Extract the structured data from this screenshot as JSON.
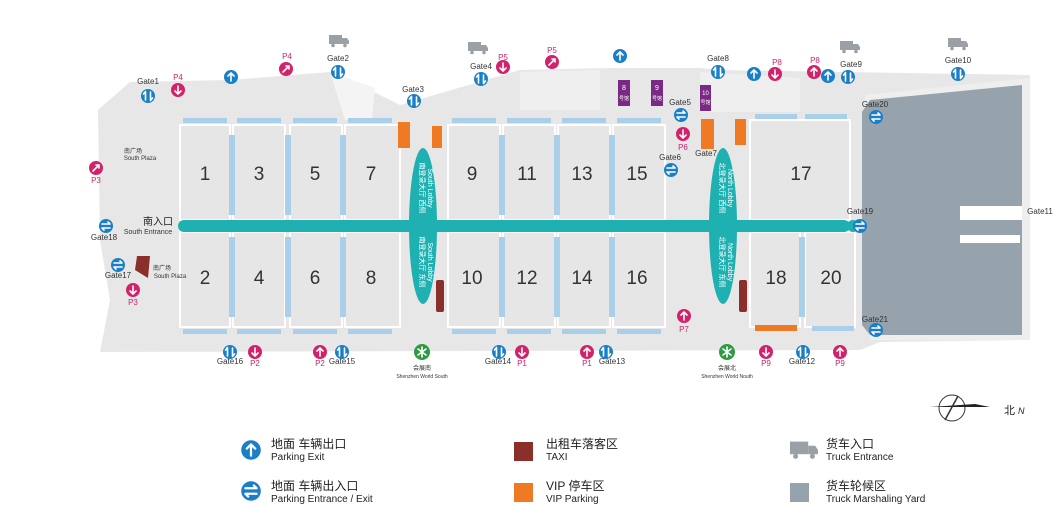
{
  "colors": {
    "parking_blue": "#1a7fc6",
    "parking_pink": "#d1226a",
    "lobby_teal": "#1fb1b1",
    "taxi": "#8b2f2a",
    "vip": "#f07a23",
    "truck_yard": "#97a3ac",
    "metro_green": "#2e9b43",
    "purple": "#7a2a84"
  },
  "halls": [
    "1",
    "3",
    "5",
    "7",
    "9",
    "11",
    "13",
    "15",
    "17",
    "2",
    "4",
    "6",
    "8",
    "10",
    "12",
    "14",
    "16",
    "18",
    "20"
  ],
  "halls_small": [
    "8",
    "9",
    "10"
  ],
  "gates": {
    "gate1": "Gate1",
    "gate2": "Gate2",
    "gate3": "Gate3",
    "gate4": "Gate4",
    "gate5": "Gate5",
    "gate6": "Gate6",
    "gate7": "Gate7",
    "gate8": "Gate8",
    "gate9": "Gate9",
    "gate10": "Gate10",
    "gate11": "Gate11",
    "gate12": "Gate12",
    "gate13": "Gate13",
    "gate14": "Gate14",
    "gate15": "Gate15",
    "gate16": "Gate16",
    "gate17": "Gate17",
    "gate18": "Gate18",
    "gate19": "Gate19",
    "gate20": "Gate20",
    "gate21": "Gate21"
  },
  "parking": {
    "p1a": "P1",
    "p1b": "P1",
    "p2a": "P2",
    "p2b": "P2",
    "p3a": "P3",
    "p3b": "P3",
    "p4a": "P4",
    "p4b": "P4",
    "p5a": "P5",
    "p5b": "P5",
    "p6": "P6",
    "p7": "P7",
    "p8a": "P8",
    "p8b": "P8",
    "p9a": "P9",
    "p9b": "P9"
  },
  "labels": {
    "south_plaza_cn": "南广场",
    "south_plaza_en": "South Plaza",
    "south_plaza2_cn": "南广场",
    "south_plaza2_en": "South Plaza",
    "south_entrance_cn": "南入口",
    "south_entrance_en": "South Entrance",
    "south_lobby_a_cn": "南登录大厅 西侧",
    "south_lobby_a_en": "South Lobby",
    "south_lobby_b_cn": "南登录大厅 东侧",
    "south_lobby_b_en": "South Lobby",
    "north_lobby_a_cn": "北登录大厅 西侧",
    "north_lobby_a_en": "North Lobby",
    "north_lobby_b_cn": "北登录大厅 东侧",
    "north_lobby_b_en": "North Lobby",
    "metro_south_cn": "会展南",
    "metro_south_en": "Shenzhen World South",
    "metro_north_cn": "会展北",
    "metro_north_en": "Shenzhen World Nouth",
    "small_hall_suffix": "号馆",
    "north_cn": "北",
    "north_en": "N"
  },
  "legend": {
    "parking_exit_cn": "地面 车辆出口",
    "parking_exit_en": "Parking Exit",
    "parking_entry_exit_cn": "地面 车辆出入口",
    "parking_entry_exit_en": "Parking Entrance / Exit",
    "taxi_cn": "出租车落客区",
    "taxi_en": "TAXI",
    "vip_cn": "VIP 停车区",
    "vip_en": "VIP Parking",
    "truck_entrance_cn": "货车入口",
    "truck_entrance_en": "Truck Entrance",
    "truck_yard_cn": "货车轮候区",
    "truck_yard_en": "Truck Marshaling Yard"
  }
}
